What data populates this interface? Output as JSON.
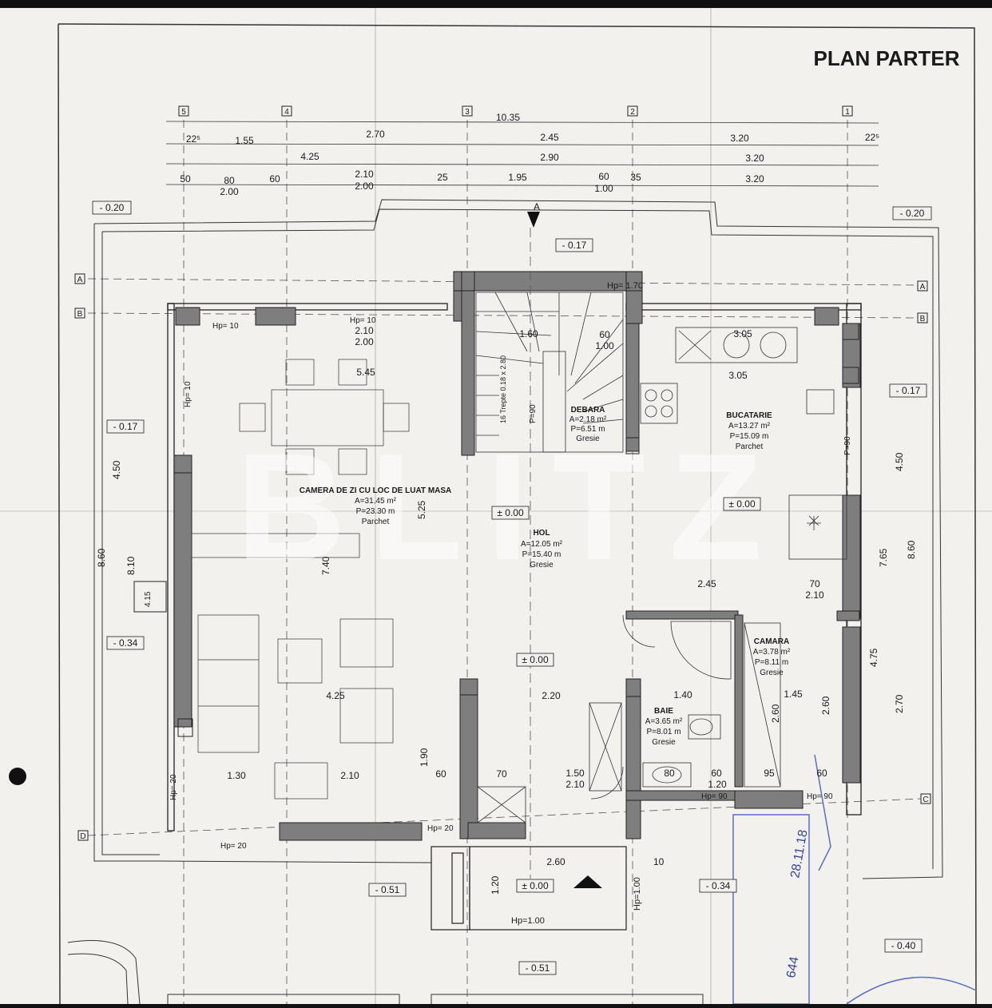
{
  "title": "PLAN PARTER",
  "watermark": "BLITZ",
  "axes": {
    "vertical": [
      "5",
      "4",
      "3",
      "2",
      "1"
    ],
    "horizontal": [
      "A",
      "B",
      "C",
      "D"
    ]
  },
  "top_dims": {
    "row1": [
      "10.35"
    ],
    "row2": [
      "22⁵",
      "1.55",
      "2.70",
      "2.45",
      "3.20",
      "22⁵"
    ],
    "row3": [
      "4.25",
      "2.90",
      "3.20"
    ],
    "row4": [
      "50",
      "80",
      "2.00",
      "60",
      "2.10",
      "2.00",
      "25",
      "1.95",
      "60",
      "1.00",
      "35",
      "3.20"
    ]
  },
  "levels": [
    "- 0.20",
    "- 0.20",
    "- 0.17",
    "- 0.17",
    "- 0.17",
    "- 0.34",
    "± 0.00",
    "± 0.00",
    "± 0.00",
    "± 0.00",
    "- 0.51",
    "- 0.34",
    "- 0.40",
    "- 0.51"
  ],
  "rooms": [
    {
      "name": "CAMERA DE ZI CU LOC DE LUAT MASA",
      "area": "A=31.45 m²",
      "perimeter": "P=23.30 m",
      "floor": "Parchet"
    },
    {
      "name": "HOL",
      "area": "A=12.05 m²",
      "perimeter": "P=15.40 m",
      "floor": "Gresie"
    },
    {
      "name": "DEBARA",
      "area": "A=2.18 m²",
      "perimeter": "P=6.51 m",
      "floor": "Gresie"
    },
    {
      "name": "BUCATARIE",
      "area": "A=13.27 m²",
      "perimeter": "P=15.09 m",
      "floor": "Parchet"
    },
    {
      "name": "CAMARA",
      "area": "A=3.78 m²",
      "perimeter": "P=8.11 m",
      "floor": "Gresie"
    },
    {
      "name": "BAIE",
      "area": "A=3.65 m²",
      "perimeter": "P=8.01 m",
      "floor": "Gresie"
    }
  ],
  "labels": {
    "hp170": "Hp= 1.70",
    "hp10a": "Hp= 10",
    "hp10b": "Hp= 10",
    "hp10c": "Hp= 10",
    "hp20a": "Hp= 20",
    "hp20b": "Hp= 20",
    "hp20c": "Hp= 20",
    "hp90a": "Hp= 90",
    "hp90b": "Hp= 90",
    "hp100a": "Hp=1.00",
    "hp100b": "Hp=1.00",
    "stairs": "16 Trepte 0.18 x 2.80",
    "p90a": "P=90",
    "p90b": "P=90",
    "sectionA": "A",
    "stamp": "28.11.18",
    "sig": "644"
  },
  "inner_dims": [
    "2.10",
    "2.00",
    "1.60",
    "60",
    "1.00",
    "3.05",
    "3.05",
    "5.45",
    "4.50",
    "8.10",
    "8.60",
    "7.40",
    "5.25",
    "4.25",
    "1.30",
    "2.10",
    "1.90",
    "60",
    "70",
    "1.50",
    "2.10",
    "2.20",
    "1.40",
    "1.45",
    "80",
    "60",
    "1.20",
    "95",
    "60",
    "2.45",
    "70",
    "2.10",
    "4.75",
    "7.65",
    "8.60",
    "4.50",
    "2.60",
    "2.60",
    "2.70",
    "2.60",
    "1.20",
    "10",
    "4.15"
  ]
}
